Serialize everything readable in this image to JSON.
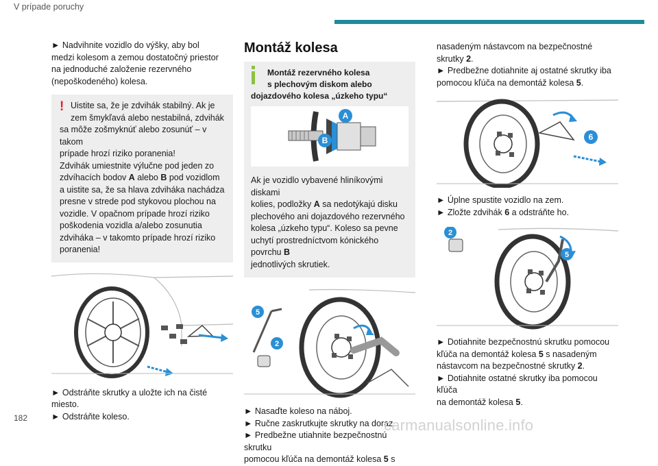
{
  "header": {
    "title": "V prípade poruchy"
  },
  "page_number": "182",
  "watermark": "carmanualsonline.info",
  "col1": {
    "intro_lines": [
      "► Nadvihnite vozidlo do výšky, aby bol",
      "medzi kolesom a zemou dostatočný priestor",
      "na jednoduché založenie rezervného",
      "(nepoškodeného) kolesa."
    ],
    "warning": {
      "icon": "exclamation-icon",
      "lines_a": [
        "Uistite sa, že je zdvihák stabilný. Ak je",
        "zem šmykľavá alebo nestabilná, zdvihák",
        "sa môže zošmyknúť alebo zosunúť – v takom",
        "prípade hrozí riziko poranenia!"
      ],
      "line_b_pre": "Zdvihák umiestnite výlučne pod jeden zo",
      "line_c_pre": "zdvíhacích bodov ",
      "point_a": "A",
      "line_c_mid": " alebo ",
      "point_b": "B",
      "line_c_post": " pod vozidlom",
      "lines_d": [
        "a uistite sa, že sa hlava zdviháka nachádza",
        "presne v strede pod stykovou plochou na",
        "vozidle. V opačnom prípade hrozí riziko",
        "poškodenia vozidla a/alebo zosunutia",
        "zdviháka – v takomto prípade hrozí riziko",
        "poranenia!"
      ]
    },
    "after_lines": [
      "► Odstráňte skrutky a uložte ich na čisté",
      "miesto.",
      "► Odstráňte koleso."
    ]
  },
  "col2": {
    "section_title": "Montáž kolesa",
    "info": {
      "title_line1": "Montáž rezervného kolesa",
      "title_line2": "s plechovým diskom alebo",
      "title_line3": "dojazdového kolesa „úzkeho typu“",
      "label_a": "A",
      "label_b": "B",
      "text_1": "Ak je vozidlo vybavené hliníkovými diskami",
      "text_2_pre": "kolies, podložky ",
      "text_2_bold": "A",
      "text_2_post": " sa nedotýkajú disku",
      "text_3": "plechového ani dojazdového rezervného",
      "text_4": "kolesa „úzkeho typu“. Koleso sa pevne",
      "text_5_pre": "uchytí prostredníctvom kónického povrchu ",
      "text_5_bold": "B",
      "text_6": "jednotlivých skrutiek."
    },
    "fig_labels": {
      "wrench": "5",
      "bolt": "2"
    },
    "after_lines_plain": [
      "► Nasaďte koleso na náboj.",
      "► Ručne zaskrutkujte skrutky na doraz.",
      "► Predbežne utiahnite bezpečnostnú skrutku"
    ],
    "last_pre": "pomocou kľúča na demontáž kolesa ",
    "last_bold": "5",
    "last_post": " s"
  },
  "col3": {
    "top_line1": "nasadeným nástavcom na bezpečnostné",
    "top_line2_pre": "skrutky ",
    "top_line2_bold": "2",
    "top_line2_post": ".",
    "top_line3": "► Predbežne dotiahnite aj ostatné skrutky iba",
    "top_line4_pre": "pomocou kľúča na demontáž kolesa ",
    "top_line4_bold": "5",
    "top_line4_post": ".",
    "fig1_label": "6",
    "mid_line1": "► Úplne spustite vozidlo na zem.",
    "mid_line2_pre": "► Zložte zdvihák ",
    "mid_line2_bold": "6",
    "mid_line2_post": " a odstráňte ho.",
    "fig2_labels": {
      "bolt": "2",
      "wrench": "5"
    },
    "end_line1": "► Dotiahnite bezpečnostnú skrutku pomocou",
    "end_line2_pre": "kľúča na demontáž kolesa ",
    "end_line2_bold": "5",
    "end_line2_post": " s nasadeným",
    "end_line3_pre": "nástavcom na bezpečnostné skrutky ",
    "end_line3_bold": "2",
    "end_line3_post": ".",
    "end_line4": "► Dotiahnite ostatné skrutky iba pomocou kľúča",
    "end_line5_pre": "na demontáž kolesa ",
    "end_line5_bold": "5",
    "end_line5_post": "."
  },
  "colors": {
    "accent": "#1f8a9a",
    "label_blue": "#2a8fd6",
    "warning_red": "#e2202c",
    "info_green": "#8cc23f"
  }
}
